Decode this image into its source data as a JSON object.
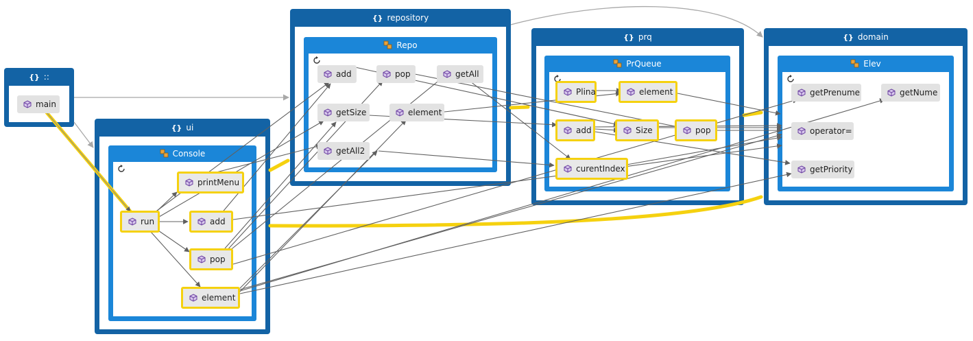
{
  "namespaces": {
    "global": "::",
    "ui": "ui",
    "repository": "repository",
    "prq": "prq",
    "domain": "domain"
  },
  "classes": {
    "console": "Console",
    "repo": "Repo",
    "prqueue": "PrQueue",
    "elev": "Elev"
  },
  "nodes": {
    "main": "main",
    "printMenu": "printMenu",
    "run": "run",
    "ui_add": "add",
    "ui_pop": "pop",
    "ui_element": "element",
    "repo_add": "add",
    "repo_pop": "pop",
    "repo_getAll": "getAll",
    "repo_getSize": "getSize",
    "repo_element": "element",
    "repo_getAll2": "getAll2",
    "prq_Plina": "Plina",
    "prq_element": "element",
    "prq_add": "add",
    "prq_Size": "Size",
    "prq_pop": "pop",
    "prq_curentIndex": "curentIndex",
    "getPrenume": "getPrenume",
    "getNume": "getNume",
    "operator": "operator=",
    "getPriority": "getPriority"
  },
  "colors": {
    "namespace": "#1363a5",
    "class": "#1b86d8",
    "node": "#e2e2e2",
    "highlight": "#f5d10f",
    "edge": "#606060",
    "edge_light": "#a8a8a8"
  }
}
